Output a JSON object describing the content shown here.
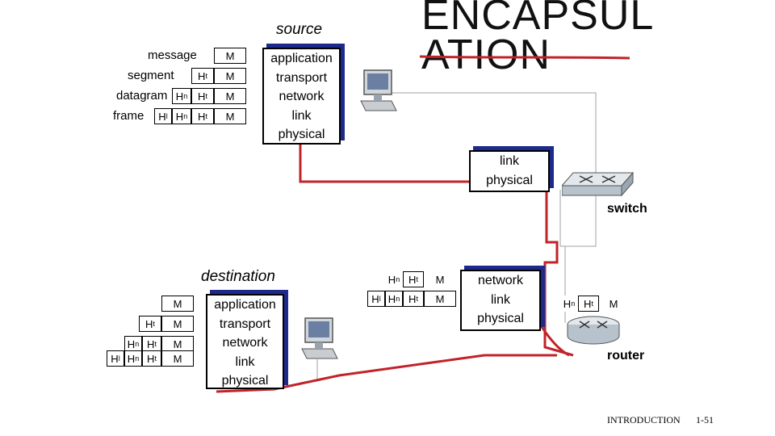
{
  "title": "ENCAPSUL ATION",
  "title_line1": "ENCAPSUL",
  "title_line2": "ATION",
  "source_label": "source",
  "destination_label": "destination",
  "switch_label": "switch",
  "router_label": "router",
  "footer": {
    "left": "INTRODUCTION",
    "right": "1-51"
  },
  "source_stack": [
    "application",
    "transport",
    "network",
    "link",
    "physical"
  ],
  "dest_stack": [
    "application",
    "transport",
    "network",
    "link",
    "physical"
  ],
  "switch_stack": [
    "link",
    "physical"
  ],
  "router_stack": [
    "network",
    "link",
    "physical"
  ],
  "pdu_rows": [
    {
      "name": "message",
      "headers": [],
      "payload": "M"
    },
    {
      "name": "segment",
      "headers": [
        "Ht"
      ],
      "payload": "M"
    },
    {
      "name": "datagram",
      "headers": [
        "Hn",
        "Ht"
      ],
      "payload": "M"
    },
    {
      "name": "frame",
      "headers": [
        "Hl",
        "Hn",
        "Ht"
      ],
      "payload": "M"
    }
  ],
  "header_labels": {
    "transport": "H",
    "transport_sub": "t",
    "network": "H",
    "network_sub": "n",
    "link": "H",
    "link_sub": "l"
  },
  "payload": "M",
  "colors": {
    "path_line": "#c0232a",
    "stack_shadow": "#1d2a8c",
    "link_line": "#a0a0a0"
  }
}
